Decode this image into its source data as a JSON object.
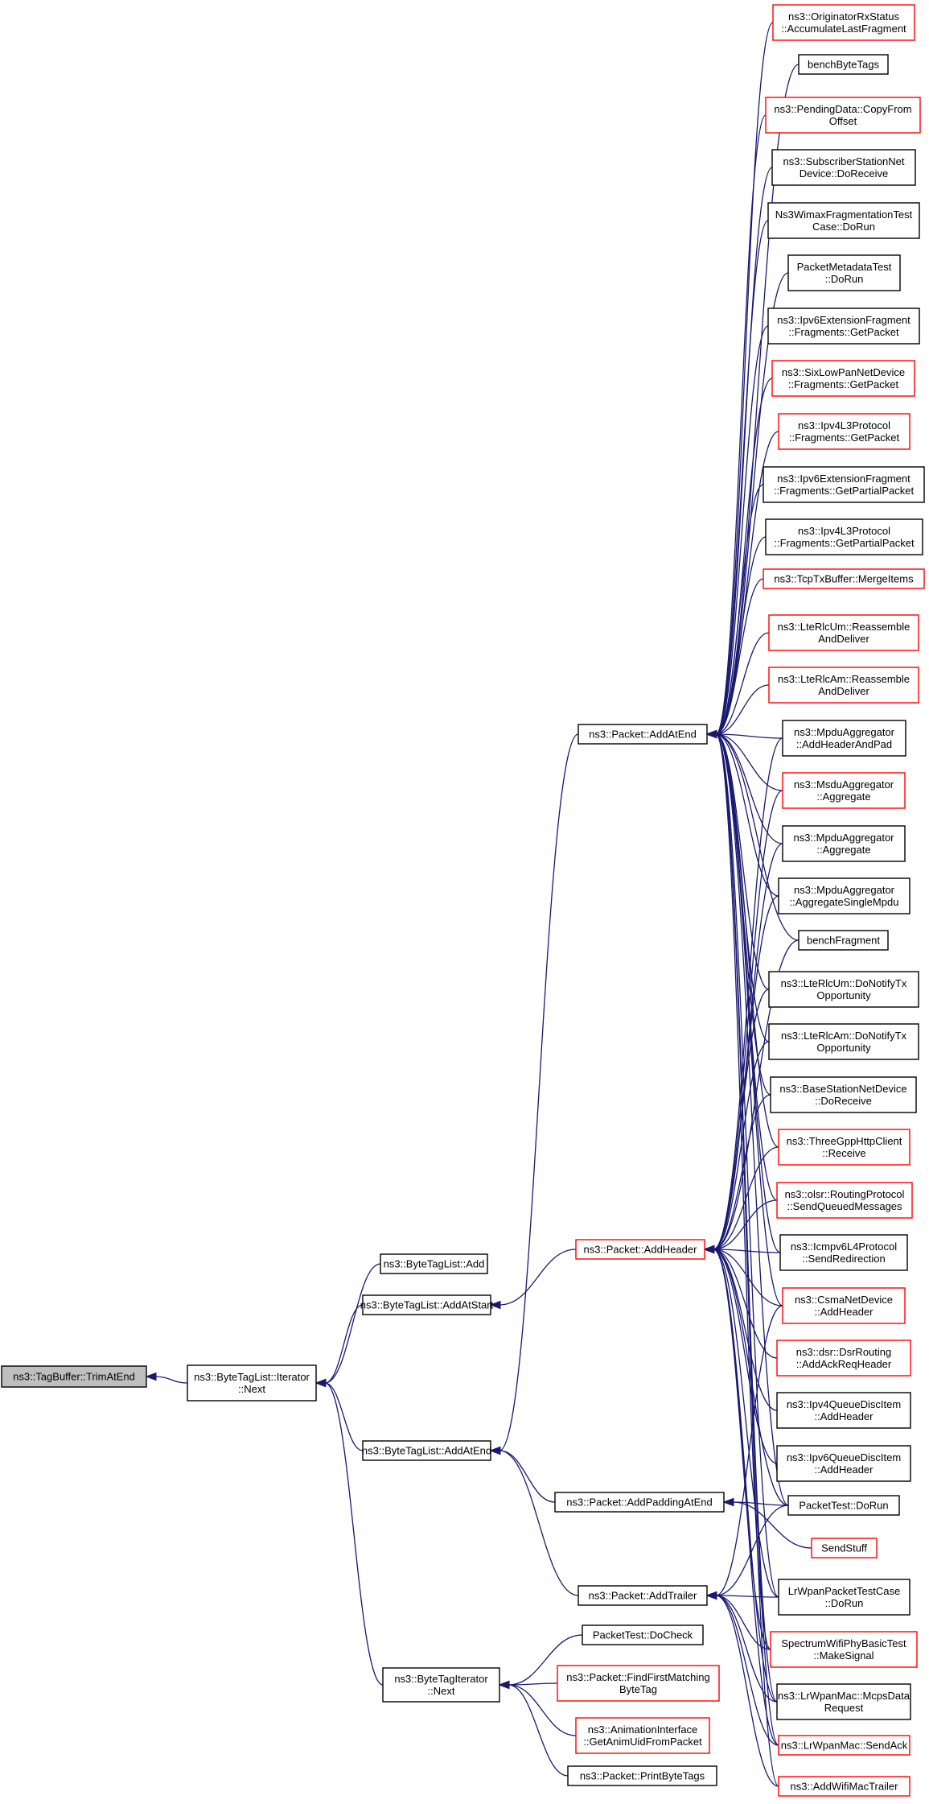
{
  "nodes": [
    {
      "id": "root",
      "lines": [
        "ns3::TagBuffer::TrimAtEnd"
      ],
      "style": "root"
    },
    {
      "id": "itnext",
      "lines": [
        "ns3::ByteTagList::Iterator",
        "::Next"
      ],
      "style": "black"
    },
    {
      "id": "btl_add",
      "lines": [
        "ns3::ByteTagList::Add"
      ],
      "style": "black"
    },
    {
      "id": "btl_addatstart",
      "lines": [
        "ns3::ByteTagList::AddAtStart"
      ],
      "style": "black"
    },
    {
      "id": "btl_addatend",
      "lines": [
        "ns3::ByteTagList::AddAtEnd"
      ],
      "style": "black"
    },
    {
      "id": "bti_next",
      "lines": [
        "ns3::ByteTagIterator",
        "::Next"
      ],
      "style": "black"
    },
    {
      "id": "pkt_addatend",
      "lines": [
        "ns3::Packet::AddAtEnd"
      ],
      "style": "black"
    },
    {
      "id": "pkt_addheader",
      "lines": [
        "ns3::Packet::AddHeader"
      ],
      "style": "red"
    },
    {
      "id": "pkt_addpadding",
      "lines": [
        "ns3::Packet::AddPaddingAtEnd"
      ],
      "style": "black"
    },
    {
      "id": "pkt_addtrailer",
      "lines": [
        "ns3::Packet::AddTrailer"
      ],
      "style": "black"
    },
    {
      "id": "pt_docheck",
      "lines": [
        "PacketTest::DoCheck"
      ],
      "style": "black"
    },
    {
      "id": "pkt_ffmbt",
      "lines": [
        "ns3::Packet::FindFirstMatching",
        "ByteTag"
      ],
      "style": "red"
    },
    {
      "id": "anim_getuid",
      "lines": [
        "ns3::AnimationInterface",
        "::GetAnimUidFromPacket"
      ],
      "style": "red"
    },
    {
      "id": "pkt_printbt",
      "lines": [
        "ns3::Packet::PrintByteTags"
      ],
      "style": "black"
    },
    {
      "id": "r01",
      "lines": [
        "ns3::OriginatorRxStatus",
        "::AccumulateLastFragment"
      ],
      "style": "red"
    },
    {
      "id": "r02",
      "lines": [
        "benchByteTags"
      ],
      "style": "black"
    },
    {
      "id": "r03",
      "lines": [
        "ns3::PendingData::CopyFrom",
        "Offset"
      ],
      "style": "red"
    },
    {
      "id": "r04",
      "lines": [
        "ns3::SubscriberStationNet",
        "Device::DoReceive"
      ],
      "style": "black"
    },
    {
      "id": "r05",
      "lines": [
        "Ns3WimaxFragmentationTest",
        "Case::DoRun"
      ],
      "style": "black"
    },
    {
      "id": "r06",
      "lines": [
        "PacketMetadataTest",
        "::DoRun"
      ],
      "style": "black"
    },
    {
      "id": "r07",
      "lines": [
        "ns3::Ipv6ExtensionFragment",
        "::Fragments::GetPacket"
      ],
      "style": "black"
    },
    {
      "id": "r08",
      "lines": [
        "ns3::SixLowPanNetDevice",
        "::Fragments::GetPacket"
      ],
      "style": "red"
    },
    {
      "id": "r09",
      "lines": [
        "ns3::Ipv4L3Protocol",
        "::Fragments::GetPacket"
      ],
      "style": "red"
    },
    {
      "id": "r10",
      "lines": [
        "ns3::Ipv6ExtensionFragment",
        "::Fragments::GetPartialPacket"
      ],
      "style": "black"
    },
    {
      "id": "r11",
      "lines": [
        "ns3::Ipv4L3Protocol",
        "::Fragments::GetPartialPacket"
      ],
      "style": "black"
    },
    {
      "id": "r12",
      "lines": [
        "ns3::TcpTxBuffer::MergeItems"
      ],
      "style": "red"
    },
    {
      "id": "r13",
      "lines": [
        "ns3::LteRlcUm::Reassemble",
        "AndDeliver"
      ],
      "style": "red"
    },
    {
      "id": "r14",
      "lines": [
        "ns3::LteRlcAm::Reassemble",
        "AndDeliver"
      ],
      "style": "red"
    },
    {
      "id": "r15",
      "lines": [
        "ns3::MpduAggregator",
        "::AddHeaderAndPad"
      ],
      "style": "black"
    },
    {
      "id": "r16",
      "lines": [
        "ns3::MsduAggregator",
        "::Aggregate"
      ],
      "style": "red"
    },
    {
      "id": "r17",
      "lines": [
        "ns3::MpduAggregator",
        "::Aggregate"
      ],
      "style": "black"
    },
    {
      "id": "r18",
      "lines": [
        "ns3::MpduAggregator",
        "::AggregateSingleMpdu"
      ],
      "style": "black"
    },
    {
      "id": "r19",
      "lines": [
        "benchFragment"
      ],
      "style": "black"
    },
    {
      "id": "r20",
      "lines": [
        "ns3::LteRlcUm::DoNotifyTx",
        "Opportunity"
      ],
      "style": "black"
    },
    {
      "id": "r21",
      "lines": [
        "ns3::LteRlcAm::DoNotifyTx",
        "Opportunity"
      ],
      "style": "black"
    },
    {
      "id": "r22",
      "lines": [
        "ns3::BaseStationNetDevice",
        "::DoReceive"
      ],
      "style": "black"
    },
    {
      "id": "r23",
      "lines": [
        "ns3::ThreeGppHttpClient",
        "::Receive"
      ],
      "style": "red"
    },
    {
      "id": "r24",
      "lines": [
        "ns3::olsr::RoutingProtocol",
        "::SendQueuedMessages"
      ],
      "style": "red"
    },
    {
      "id": "r25",
      "lines": [
        "ns3::Icmpv6L4Protocol",
        "::SendRedirection"
      ],
      "style": "black"
    },
    {
      "id": "r26",
      "lines": [
        "ns3::CsmaNetDevice",
        "::AddHeader"
      ],
      "style": "red"
    },
    {
      "id": "r27",
      "lines": [
        "ns3::dsr::DsrRouting",
        "::AddAckReqHeader"
      ],
      "style": "red"
    },
    {
      "id": "r28",
      "lines": [
        "ns3::Ipv4QueueDiscItem",
        "::AddHeader"
      ],
      "style": "black"
    },
    {
      "id": "r29",
      "lines": [
        "ns3::Ipv6QueueDiscItem",
        "::AddHeader"
      ],
      "style": "black"
    },
    {
      "id": "r30",
      "lines": [
        "PacketTest::DoRun"
      ],
      "style": "black"
    },
    {
      "id": "r31",
      "lines": [
        "SendStuff"
      ],
      "style": "red"
    },
    {
      "id": "r32",
      "lines": [
        "LrWpanPacketTestCase",
        "::DoRun"
      ],
      "style": "black"
    },
    {
      "id": "r33",
      "lines": [
        "SpectrumWifiPhyBasicTest",
        "::MakeSignal"
      ],
      "style": "red"
    },
    {
      "id": "r34",
      "lines": [
        "ns3::LrWpanMac::McpsData",
        "Request"
      ],
      "style": "black"
    },
    {
      "id": "r35",
      "lines": [
        "ns3::LrWpanMac::SendAck"
      ],
      "style": "red"
    },
    {
      "id": "r36",
      "lines": [
        "ns3::AddWifiMacTrailer"
      ],
      "style": "red"
    }
  ],
  "edges": [
    [
      "itnext",
      "root"
    ],
    [
      "btl_add",
      "itnext"
    ],
    [
      "btl_addatstart",
      "itnext"
    ],
    [
      "btl_addatend",
      "itnext"
    ],
    [
      "bti_next",
      "itnext"
    ],
    [
      "pkt_addatend",
      "btl_addatend"
    ],
    [
      "pkt_addpadding",
      "btl_addatend"
    ],
    [
      "pkt_addtrailer",
      "btl_addatend"
    ],
    [
      "pkt_addheader",
      "btl_addatstart"
    ],
    [
      "pt_docheck",
      "bti_next"
    ],
    [
      "pkt_ffmbt",
      "bti_next"
    ],
    [
      "anim_getuid",
      "bti_next"
    ],
    [
      "pkt_printbt",
      "bti_next"
    ],
    [
      "r01",
      "pkt_addatend"
    ],
    [
      "r02",
      "pkt_addatend"
    ],
    [
      "r03",
      "pkt_addatend"
    ],
    [
      "r04",
      "pkt_addatend"
    ],
    [
      "r05",
      "pkt_addatend"
    ],
    [
      "r06",
      "pkt_addatend"
    ],
    [
      "r07",
      "pkt_addatend"
    ],
    [
      "r08",
      "pkt_addatend"
    ],
    [
      "r09",
      "pkt_addatend"
    ],
    [
      "r10",
      "pkt_addatend"
    ],
    [
      "r11",
      "pkt_addatend"
    ],
    [
      "r12",
      "pkt_addatend"
    ],
    [
      "r13",
      "pkt_addatend"
    ],
    [
      "r14",
      "pkt_addatend"
    ],
    [
      "r15",
      "pkt_addatend"
    ],
    [
      "r16",
      "pkt_addatend"
    ],
    [
      "r17",
      "pkt_addatend"
    ],
    [
      "r18",
      "pkt_addatend"
    ],
    [
      "r19",
      "pkt_addatend"
    ],
    [
      "r20",
      "pkt_addatend"
    ],
    [
      "r21",
      "pkt_addatend"
    ],
    [
      "r22",
      "pkt_addatend"
    ],
    [
      "r23",
      "pkt_addatend"
    ],
    [
      "r24",
      "pkt_addatend"
    ],
    [
      "r25",
      "pkt_addatend"
    ],
    [
      "r26",
      "pkt_addatend"
    ],
    [
      "r30",
      "pkt_addatend"
    ],
    [
      "r32",
      "pkt_addatend"
    ],
    [
      "r33",
      "pkt_addatend"
    ],
    [
      "r34",
      "pkt_addatend"
    ],
    [
      "r35",
      "pkt_addatend"
    ],
    [
      "r36",
      "pkt_addatend"
    ],
    [
      "r15",
      "pkt_addheader"
    ],
    [
      "r16",
      "pkt_addheader"
    ],
    [
      "r17",
      "pkt_addheader"
    ],
    [
      "r18",
      "pkt_addheader"
    ],
    [
      "r19",
      "pkt_addheader"
    ],
    [
      "r20",
      "pkt_addheader"
    ],
    [
      "r21",
      "pkt_addheader"
    ],
    [
      "r22",
      "pkt_addheader"
    ],
    [
      "r23",
      "pkt_addheader"
    ],
    [
      "r24",
      "pkt_addheader"
    ],
    [
      "r25",
      "pkt_addheader"
    ],
    [
      "r26",
      "pkt_addheader"
    ],
    [
      "r27",
      "pkt_addheader"
    ],
    [
      "r28",
      "pkt_addheader"
    ],
    [
      "r29",
      "pkt_addheader"
    ],
    [
      "r30",
      "pkt_addheader"
    ],
    [
      "r32",
      "pkt_addheader"
    ],
    [
      "r33",
      "pkt_addheader"
    ],
    [
      "r34",
      "pkt_addheader"
    ],
    [
      "r35",
      "pkt_addheader"
    ],
    [
      "r30",
      "pkt_addpadding"
    ],
    [
      "r31",
      "pkt_addpadding"
    ],
    [
      "r26",
      "pkt_addtrailer"
    ],
    [
      "r30",
      "pkt_addtrailer"
    ],
    [
      "r32",
      "pkt_addtrailer"
    ],
    [
      "r33",
      "pkt_addtrailer"
    ],
    [
      "r34",
      "pkt_addtrailer"
    ],
    [
      "r35",
      "pkt_addtrailer"
    ],
    [
      "r36",
      "pkt_addtrailer"
    ]
  ],
  "colors": {
    "edge": "#191970",
    "red_border": "#ff0000",
    "black_border": "#000000",
    "root_fill": "#bfbfbf"
  }
}
